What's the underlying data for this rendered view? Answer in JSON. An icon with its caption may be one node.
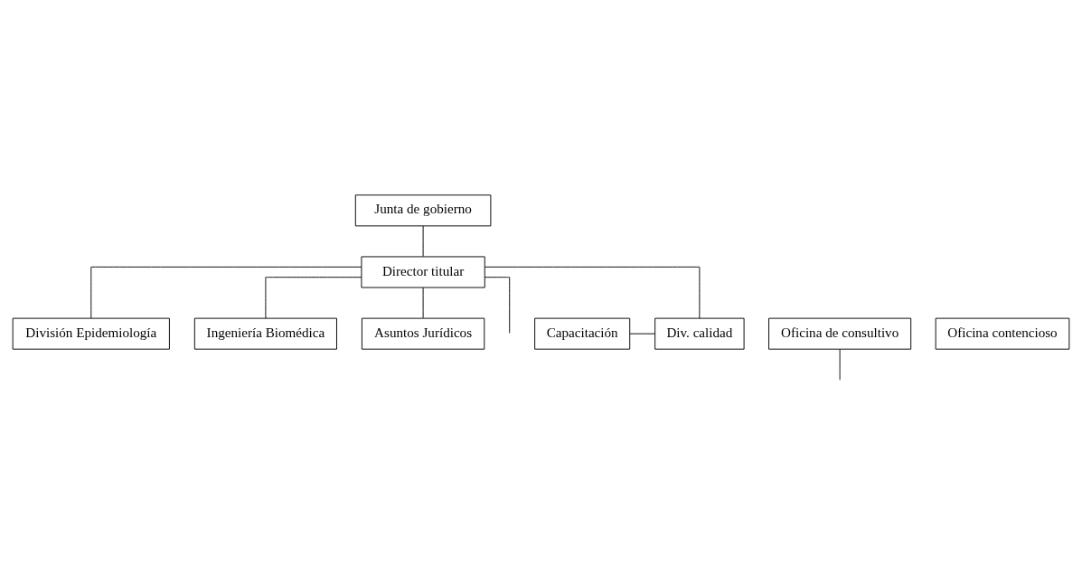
{
  "diagram": {
    "nodes": [
      {
        "text": [
          "Junta de gobierno"
        ]
      },
      {
        "text": [
          "Director titular"
        ]
      },
      {
        "text": [
          "Capacitación"
        ]
      },
      {
        "text": [
          "Div. calidad"
        ]
      },
      {
        "text": [
          "División Epidemiología"
        ]
      },
      {
        "text": [
          "Ingeniería Biomédica"
        ]
      },
      {
        "text": [
          "Oficina de consultivo"
        ]
      },
      {
        "text": [
          "Asuntos Jurídicos"
        ]
      },
      {
        "text": [
          "Oficina contencioso"
        ]
      }
    ],
    "edges": [
      {
        "from": 0,
        "to": 1,
        "arrow": "none"
      },
      {
        "from": 1,
        "to": 3,
        "arrow": "none"
      },
      {
        "from": 1,
        "to": 4,
        "arrow": "none"
      },
      {
        "from": 1,
        "to": 5,
        "arrow": "none"
      },
      {
        "from": 1,
        "to": 7,
        "arrow": "none"
      },
      {
        "from": 2,
        "to": 3,
        "arrow": "none"
      },
      {
        "from": 1,
        "to": null,
        "arrow": "none"
      },
      {
        "from": 6,
        "to": null,
        "arrow": "none"
      }
    ]
  }
}
